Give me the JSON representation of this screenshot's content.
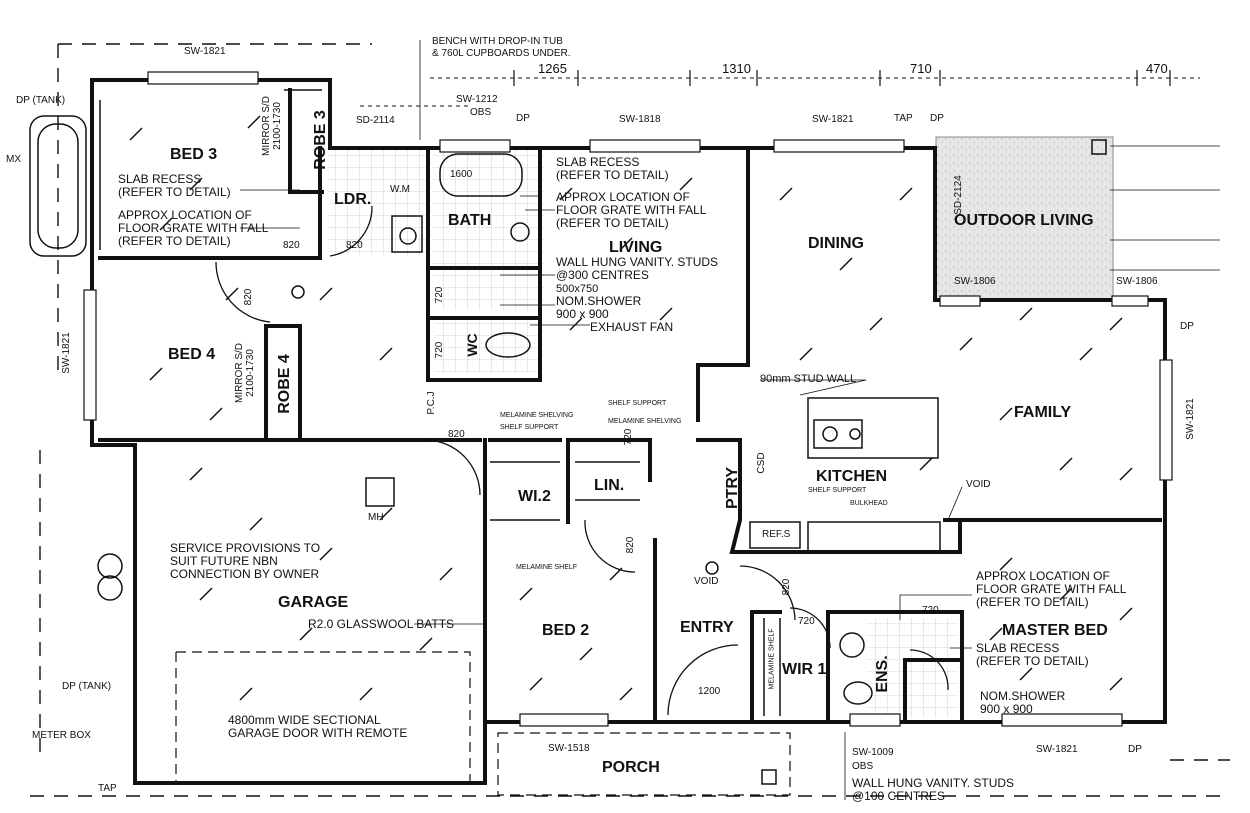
{
  "rooms": {
    "bed3": "BED 3",
    "robe3": "ROBE 3",
    "ldr": "LDR.",
    "bath": "BATH",
    "living": "LIVING",
    "dining": "DINING",
    "outdoor_living": "OUTDOOR LIVING",
    "bed4": "BED 4",
    "robe4": "ROBE 4",
    "family": "FAMILY",
    "kitchen": "KITCHEN",
    "wi2": "WI.2",
    "lin": "LIN.",
    "ptry": "PTRY",
    "garage": "GARAGE",
    "bed2": "BED 2",
    "entry": "ENTRY",
    "master_bed": "MASTER BED",
    "wir1": "WIR 1",
    "ens": "ENS.",
    "porch": "PORCH",
    "wc": "WC"
  },
  "windows": {
    "sw1821_top": "SW-1821",
    "sw1212": "SW-1212",
    "obs_top": "OBS",
    "sw1818": "SW-1818",
    "sw1821_dining": "SW-1821",
    "sd2114": "SD-2114",
    "sd2124": "SD-2124",
    "sw1806_a": "SW-1806",
    "sw1806_b": "SW-1806",
    "sw1821_bed4": "SW-1821",
    "sw1821_family": "SW-1821",
    "sw1518": "SW-1518",
    "sw1009": "SW-1009",
    "obs_bottom": "OBS",
    "sw1821_master": "SW-1821"
  },
  "dimensions": {
    "d1265": "1265",
    "d1310": "1310",
    "d710": "710",
    "d470": "470",
    "d820_bed3": "820",
    "d820_ldr": "820",
    "d820_pcj": "820",
    "d820_bed4": "820",
    "d820_bed2": "820",
    "d820_entry": "820",
    "d720_bath": "720",
    "d720_wc": "720",
    "d720_lin": "720",
    "d720_wir": "720",
    "d720_master": "720",
    "d1200": "1200"
  },
  "notes": {
    "bench": "BENCH WITH DROP-IN TUB\n& 760L CUPBOARDS UNDER.",
    "slab_bed3": "SLAB RECESS\n(REFER TO DETAIL)",
    "grate_bed3": "APPROX LOCATION OF\nFLOOR GRATE WITH FALL\n(REFER TO DETAIL)",
    "slab_bath": "SLAB RECESS\n(REFER TO DETAIL)",
    "grate_bath": "APPROX LOCATION OF\nFLOOR GRATE WITH FALL\n(REFER TO DETAIL)",
    "vanity_bath": "WALL HUNG VANITY. STUDS\n@300 CENTRES",
    "vanity_size": "500x750",
    "shower_bath": "NOM.SHOWER\n900 x 900",
    "exhaust": "EXHAUST FAN",
    "mirror_bed3": "MIRROR S/D\n2100-1730",
    "mirror_bed4": "MIRROR S/D\n2100-1730",
    "tub": "1600",
    "wm": "W.M",
    "stud_wall": "90mm STUD WALL",
    "csd": "CSD",
    "pcj": "P.C.J",
    "mh": "MH",
    "void_entry": "VOID",
    "void_kitchen": "VOID",
    "refs": "REF.S",
    "nbn": "SERVICE PROVISIONS TO\nSUIT FUTURE NBN\nCONNECTION BY OWNER",
    "batts": "R2.0 GLASSWOOL BATTS",
    "garage_door": "4800mm WIDE SECTIONAL\nGARAGE DOOR WITH REMOTE",
    "grate_master": "APPROX LOCATION OF\nFLOOR GRATE WITH FALL\n(REFER TO DETAIL)",
    "slab_master": "SLAB RECESS\n(REFER TO DETAIL)",
    "shower_master": "NOM.SHOWER\n900 x 900",
    "vanity_ens": "WALL HUNG VANITY. STUDS\n@100 CENTRES",
    "melamine_shelving": "MELAMINE SHELVING",
    "shelf_support": "SHELF SUPPORT",
    "shelf_support2": "SHELF SUPPORT",
    "melamine_shelving2": "MELAMINE SHELVING",
    "melamine_shelf": "MELAMINE SHELF",
    "melamine_shelf2": "MELAMINE SHELF",
    "shelf_support_kit": "SHELF SUPPORT",
    "bulkhead": "BULKHEAD"
  },
  "services": {
    "dp_tank_top": "DP (TANK)",
    "dp_tank_bottom": "DP (TANK)",
    "dp_top1": "DP",
    "dp_top2": "DP",
    "dp_right": "DP",
    "dp_bottom": "DP",
    "tap_top": "TAP",
    "tap_bottom": "TAP",
    "meter_box": "METER BOX",
    "mx": "MX"
  },
  "colors": {
    "line": "#111111",
    "hatch": "#bdbdbd",
    "outdoor_fill": "#e3e3e3"
  }
}
